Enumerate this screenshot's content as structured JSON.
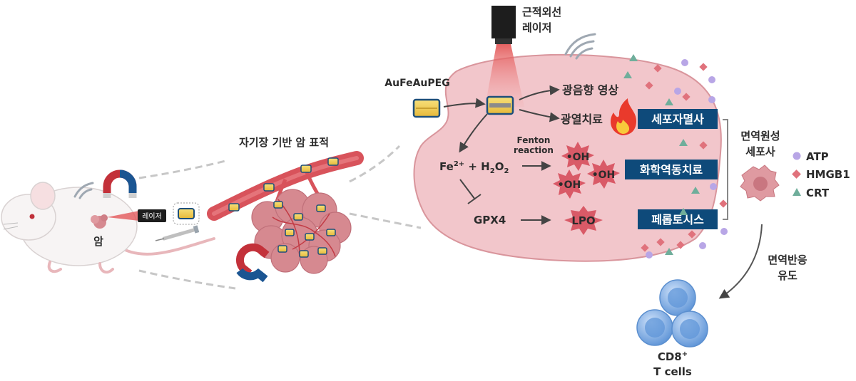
{
  "colors": {
    "cell_fill": "#f2c6cb",
    "cell_edge": "#d9959c",
    "label_box": "#0e4a7a",
    "vessel": "#d8535b",
    "tumor": "#d68990",
    "atp": "#b8a6e6",
    "hmgb1": "#e0727c",
    "crt": "#6fae9b",
    "tcell": "#7aaee6"
  },
  "left": {
    "laser_tag": "레이저",
    "tumor_label": "암",
    "targeting_label": "자기장 기반 암 표적"
  },
  "top": {
    "nir_laser_line1": "근적외선",
    "nir_laser_line2": "레이저"
  },
  "nanoparticle_label": "AuFeAuPEG",
  "pathways": {
    "photoacoustic": "광음향 영상",
    "photothermal": "광열치료",
    "fenton_line1": "Fenton",
    "fenton_line2": "reaction",
    "fe": "Fe",
    "fe_sup": "2+",
    "plus_h": " + H",
    "sub2a": "2",
    "o": "O",
    "sub2b": "2",
    "gpx4": "GPX4",
    "oh": "•OH",
    "lpo": "LPO"
  },
  "death_labels": [
    "세포자멸사",
    "화학역동치료",
    "페롭토시스"
  ],
  "immunogenic": {
    "title_line1": "면역원성",
    "title_line2": "세포사"
  },
  "legend": [
    "ATP",
    "HMGB1",
    "CRT"
  ],
  "immune": {
    "line1": "면역반응",
    "line2": "유도"
  },
  "tcells": {
    "line1": "CD8",
    "sup": "+",
    "line2": "T cells"
  }
}
